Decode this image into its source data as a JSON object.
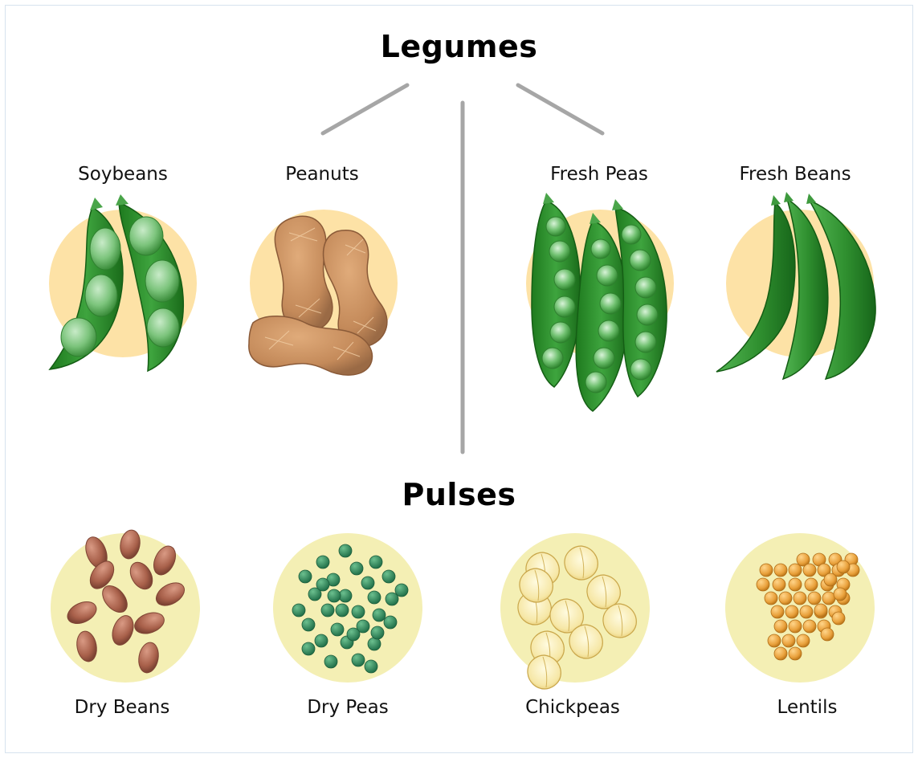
{
  "legumes": {
    "title": "Legumes",
    "items": [
      {
        "label": "Soybeans"
      },
      {
        "label": "Peanuts"
      },
      {
        "label": "Fresh Peas"
      },
      {
        "label": "Fresh Beans"
      }
    ]
  },
  "pulses": {
    "title": "Pulses",
    "items": [
      {
        "label": "Dry Beans"
      },
      {
        "label": "Dry Peas"
      },
      {
        "label": "Chickpeas"
      },
      {
        "label": "Lentils"
      }
    ]
  },
  "colors": {
    "legume_circle": "#fde2a6",
    "pulse_circle": "#f4efb4",
    "connector": "#a6a6a6",
    "pod_dark": "#1f7a1f",
    "pod_light": "#4fb04f",
    "peanut": "#c48a5a",
    "dry_bean": "#a8604a",
    "dry_pea": "#2e8b57",
    "chickpea": "#f6e7a6",
    "lentil": "#e9a13c"
  }
}
